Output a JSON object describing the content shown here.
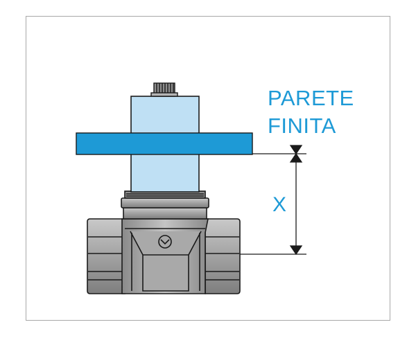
{
  "labels": {
    "wall_line1": "PARETE",
    "wall_line2": "FINITA",
    "dimension": "X"
  },
  "colors": {
    "accent": "#1e9ad6",
    "wall": "#1e9ad6",
    "sleeve": "#bfe0f4",
    "valve_body": "#9c9c9c",
    "outline": "#1a1a1a"
  }
}
